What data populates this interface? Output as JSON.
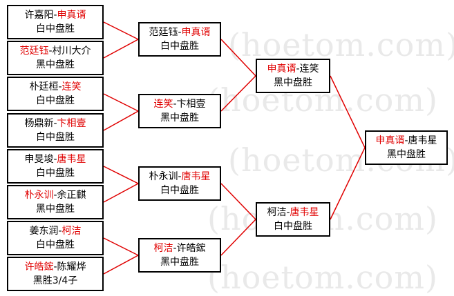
{
  "watermark_lines": [
    "(hoetom.com)",
    "(hoetom.com)",
    "(hoetom.com)",
    "(hoetom.com)",
    "(hoetom.com)"
  ],
  "bracket": {
    "round1": [
      {
        "p1": "许嘉阳",
        "p2": "申真谞",
        "winner": 2,
        "result": "白中盘胜"
      },
      {
        "p1": "范廷钰",
        "p2": "村川大介",
        "winner": 1,
        "result": "黑中盘胜"
      },
      {
        "p1": "朴廷桓",
        "p2": "连笑",
        "winner": 2,
        "result": "白中盘胜"
      },
      {
        "p1": "杨鼎新",
        "p2": "卞相壹",
        "winner": 2,
        "result": "白中盘胜"
      },
      {
        "p1": "申旻埈",
        "p2": "唐韦星",
        "winner": 2,
        "result": "白中盘胜"
      },
      {
        "p1": "朴永训",
        "p2": "余正麒",
        "winner": 1,
        "result": "黑中盘胜"
      },
      {
        "p1": "姜东润",
        "p2": "柯洁",
        "winner": 2,
        "result": "白中盘胜"
      },
      {
        "p1": "许皓鋐",
        "p2": "陈耀烨",
        "winner": 1,
        "result": "黑胜3/4子"
      }
    ],
    "round2": [
      {
        "p1": "范廷钰",
        "p2": "申真谞",
        "winner": 2,
        "result": "白中盘胜"
      },
      {
        "p1": "连笑",
        "p2": "卞相壹",
        "winner": 1,
        "result": "黑中盘胜"
      },
      {
        "p1": "朴永训",
        "p2": "唐韦星",
        "winner": 2,
        "result": "白中盘胜"
      },
      {
        "p1": "柯洁",
        "p2": "许皓鋐",
        "winner": 1,
        "result": "黑中盘胜"
      }
    ],
    "round3": [
      {
        "p1": "申真谞",
        "p2": "连笑",
        "winner": 1,
        "result": "黑中盘胜"
      },
      {
        "p1": "柯洁",
        "p2": "唐韦星",
        "winner": 2,
        "result": "白中盘胜"
      }
    ],
    "final": [
      {
        "p1": "申真谞",
        "p2": "唐韦星",
        "winner": 1,
        "result": "黑中盘胜"
      }
    ]
  },
  "colors": {
    "winner": "#e00000",
    "connector": "#e00000",
    "border": "#000000",
    "watermark": "#e9e9e9"
  }
}
